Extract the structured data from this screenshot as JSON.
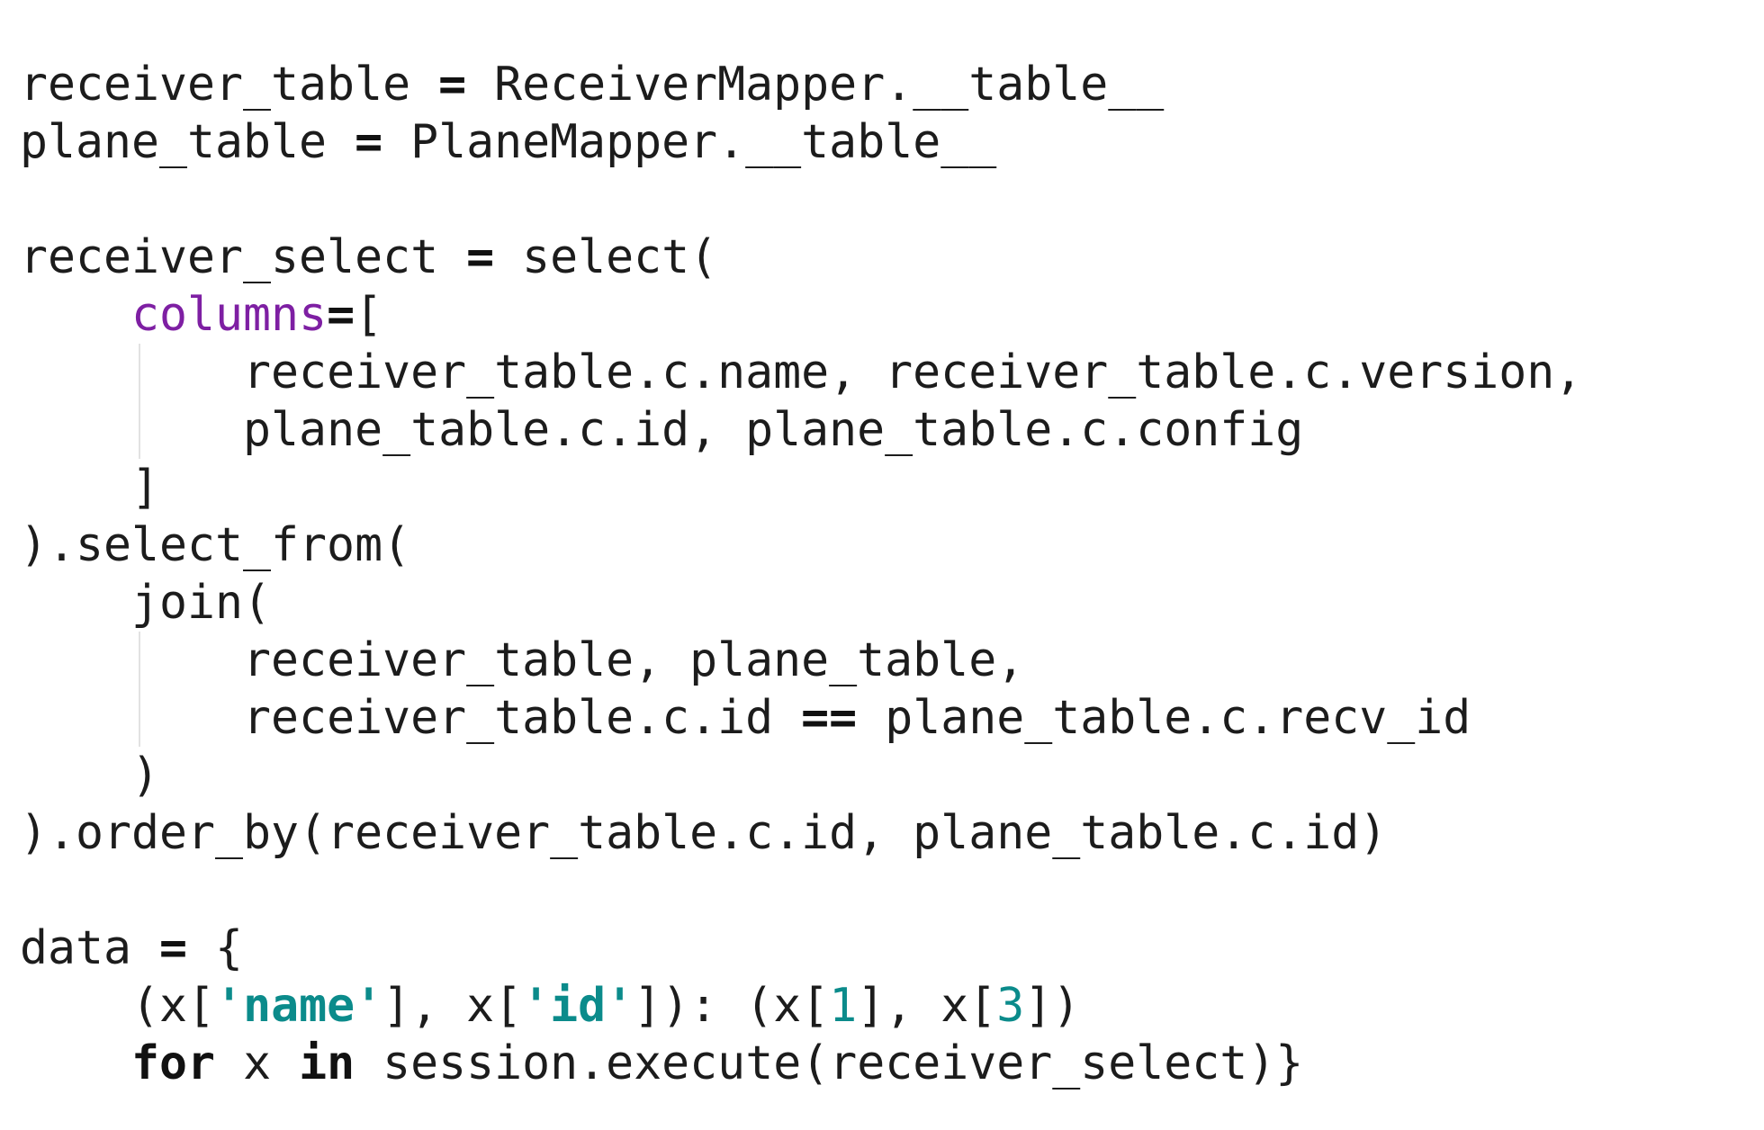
{
  "editor": {
    "lines": [
      {
        "indent": 0,
        "tokens": [
          {
            "type": "plain",
            "text": "receiver_table "
          },
          {
            "type": "op",
            "text": "="
          },
          {
            "type": "plain",
            "text": " ReceiverMapper.__table__"
          }
        ]
      },
      {
        "indent": 0,
        "tokens": [
          {
            "type": "plain",
            "text": "plane_table "
          },
          {
            "type": "op",
            "text": "="
          },
          {
            "type": "plain",
            "text": " PlaneMapper.__table__"
          }
        ]
      },
      {
        "indent": 0,
        "tokens": []
      },
      {
        "indent": 0,
        "tokens": [
          {
            "type": "plain",
            "text": "receiver_select "
          },
          {
            "type": "op",
            "text": "="
          },
          {
            "type": "plain",
            "text": " select("
          }
        ]
      },
      {
        "indent": 1,
        "tokens": [
          {
            "type": "kwarg",
            "text": "columns"
          },
          {
            "type": "op",
            "text": "="
          },
          {
            "type": "plain",
            "text": "["
          }
        ]
      },
      {
        "indent": 2,
        "tokens": [
          {
            "type": "plain",
            "text": "receiver_table.c.name, receiver_table.c.version,"
          }
        ]
      },
      {
        "indent": 2,
        "tokens": [
          {
            "type": "plain",
            "text": "plane_table.c.id, plane_table.c.config"
          }
        ]
      },
      {
        "indent": 1,
        "tokens": [
          {
            "type": "plain",
            "text": "]"
          }
        ]
      },
      {
        "indent": 0,
        "tokens": [
          {
            "type": "plain",
            "text": ").select_from("
          }
        ]
      },
      {
        "indent": 1,
        "tokens": [
          {
            "type": "plain",
            "text": "join("
          }
        ]
      },
      {
        "indent": 2,
        "tokens": [
          {
            "type": "plain",
            "text": "receiver_table, plane_table,"
          }
        ]
      },
      {
        "indent": 2,
        "tokens": [
          {
            "type": "plain",
            "text": "receiver_table.c.id "
          },
          {
            "type": "op",
            "text": "=="
          },
          {
            "type": "plain",
            "text": " plane_table.c.recv_id"
          }
        ]
      },
      {
        "indent": 1,
        "tokens": [
          {
            "type": "plain",
            "text": ")"
          }
        ]
      },
      {
        "indent": 0,
        "tokens": [
          {
            "type": "plain",
            "text": ").order_by(receiver_table.c.id, plane_table.c.id)"
          }
        ]
      },
      {
        "indent": 0,
        "tokens": []
      },
      {
        "indent": 0,
        "tokens": [
          {
            "type": "plain",
            "text": "data "
          },
          {
            "type": "op",
            "text": "="
          },
          {
            "type": "plain",
            "text": " {"
          }
        ]
      },
      {
        "indent": 1,
        "tokens": [
          {
            "type": "plain",
            "text": "(x["
          },
          {
            "type": "string",
            "text": "'name'"
          },
          {
            "type": "plain",
            "text": "], x["
          },
          {
            "type": "string",
            "text": "'id'"
          },
          {
            "type": "plain",
            "text": "]): (x["
          },
          {
            "type": "number",
            "text": "1"
          },
          {
            "type": "plain",
            "text": "], x["
          },
          {
            "type": "number",
            "text": "3"
          },
          {
            "type": "plain",
            "text": "])"
          }
        ]
      },
      {
        "indent": 1,
        "tokens": [
          {
            "type": "keyword",
            "text": "for"
          },
          {
            "type": "plain",
            "text": " x "
          },
          {
            "type": "keyword",
            "text": "in"
          },
          {
            "type": "plain",
            "text": " session.execute(receiver_select)}"
          }
        ]
      }
    ]
  },
  "colors": {
    "background": "#ffffff",
    "text": "#1c1c1c",
    "kwarg": "#7e1fa3",
    "string": "#0b8b8b",
    "number": "#0b8b8b",
    "indent_guide": "#e2e2e2"
  }
}
